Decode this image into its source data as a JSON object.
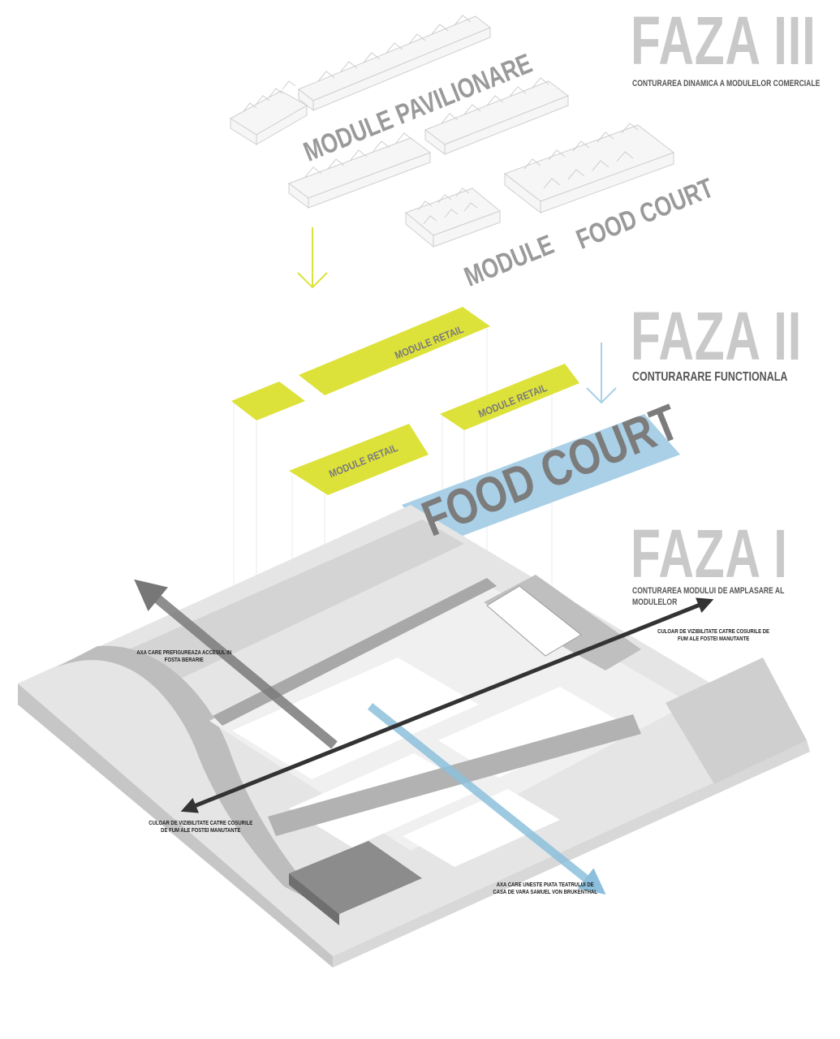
{
  "phases": {
    "faza3": {
      "title": "FAZA III",
      "subtitle": "CONTURAREA DINAMICA A MODULELOR COMERCIALE"
    },
    "faza2": {
      "title": "FAZA II",
      "subtitle": "CONTURARARE FUNCTIONALA"
    },
    "faza1": {
      "title": "FAZA I",
      "subtitle_line1": "CONTURAREA MODULUI DE AMPLASARE AL",
      "subtitle_line2": "MODULELOR"
    }
  },
  "module_labels": {
    "pavilionare": "MODULE PAVILIONARE",
    "food_court_module_a": "MODULE",
    "food_court_module_b": "FOOD COURT",
    "retail_1": "MODULE  RETAIL",
    "retail_2": "MODULE  RETAIL",
    "retail_3": "MODULE  RETAIL",
    "food_court": "FOOD COURT"
  },
  "annotations": {
    "axis_berarie_l1": "AXA CARE PREFIGUREAZA ACCESUL IN",
    "axis_berarie_l2": "FOSTA BERARIE",
    "culoar_right_l1": "CULOAR DE VIZIBILITATE CATRE COSURILE DE",
    "culoar_right_l2": "FUM ALE FOSTEI MANUTANTE",
    "culoar_left_l1": "CULOAR DE VIZIBILITATE CATRE COSURILE",
    "culoar_left_l2": "DE FUM ALE FOSTEI MANUTANTE",
    "axis_piata_l1": "AXA CARE UNESTE PIATA TEATRULUI  DE",
    "axis_piata_l2": "CASA DE VARA SAMUEL VON BRUKENTHAL"
  },
  "colors": {
    "retail_yellow": "#dde23a",
    "food_court_blue": "#a9d0e6",
    "blue_axis": "#8cbfdc",
    "dark_axis": "#333333",
    "grey_axis": "#7a7a7a",
    "label_grey": "#8a8a8a",
    "title_grey": "#c9c9c9"
  }
}
